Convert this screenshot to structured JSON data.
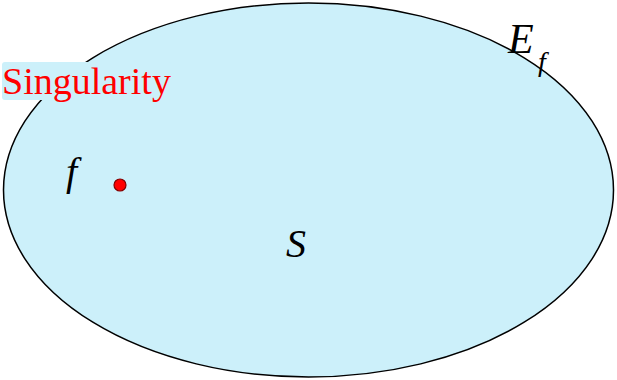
{
  "diagram": {
    "nodes": [
      {
        "text": [
          "E",
          "f"
        ]
      },
      {
        "text": [
          "S"
        ],
        "in": 0
      }
    ],
    "labels": [
      "Singularity",
      "f"
    ]
  }
}
